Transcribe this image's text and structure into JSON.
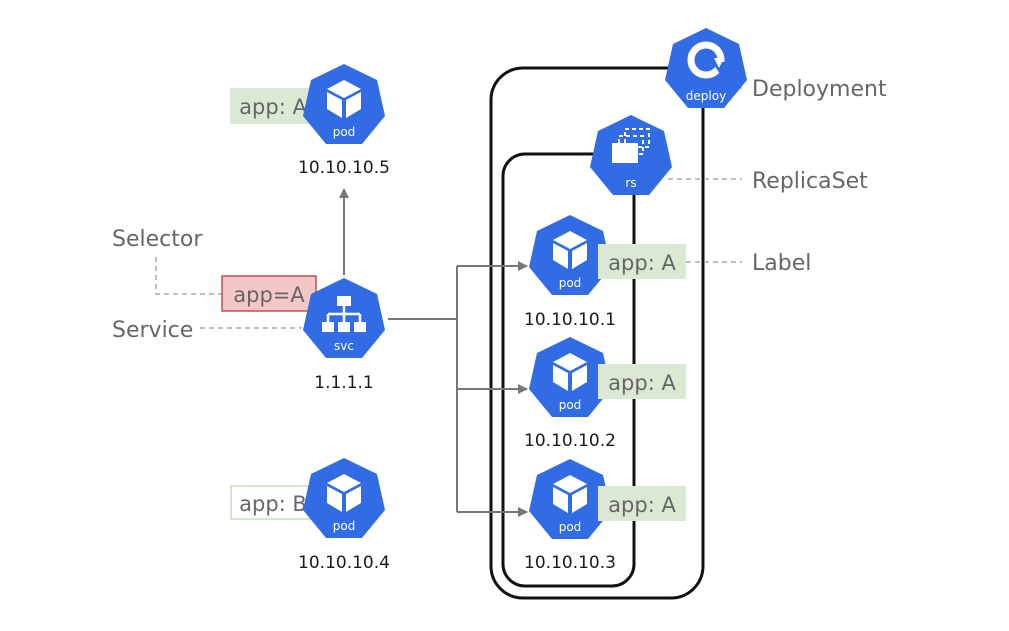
{
  "annotations": {
    "selector": "Selector",
    "service": "Service",
    "deployment": "Deployment",
    "replicaset": "ReplicaSet",
    "label": "Label"
  },
  "icons": {
    "pod": "pod",
    "svc": "svc",
    "rs": "rs",
    "deploy": "deploy"
  },
  "service": {
    "ip": "1.1.1.1",
    "selector": "app=A"
  },
  "pods": {
    "top": {
      "ip": "10.10.10.5",
      "label": "app: A"
    },
    "bottom": {
      "ip": "10.10.10.4",
      "label": "app: B"
    },
    "rs_pod_1": {
      "ip": "10.10.10.1",
      "label": "app: A"
    },
    "rs_pod_2": {
      "ip": "10.10.10.2",
      "label": "app: A"
    },
    "rs_pod_3": {
      "ip": "10.10.10.3",
      "label": "app: A"
    }
  },
  "colors": {
    "k8s_blue": "#326ce5",
    "label_green": "#dbe9d4",
    "selector_red": "#f4c7c7",
    "selector_border": "#d04a4a",
    "line_gray": "#777777"
  }
}
